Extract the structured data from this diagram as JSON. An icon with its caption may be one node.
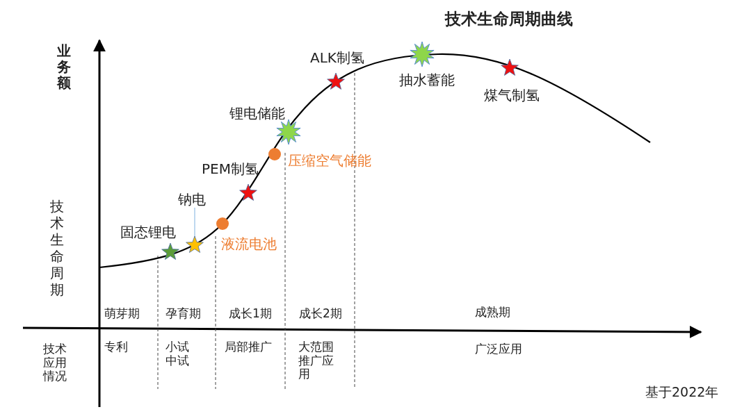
{
  "diagram": {
    "title": "技术生命周期曲线",
    "nodes": [
      {
        "text": [
          "钠电"
        ]
      },
      {
        "text": [],
        "shape": "star"
      }
    ],
    "edges": [
      {
        "from": 0,
        "to": 1,
        "arrow": "none"
      }
    ],
    "labels": [
      "业务额",
      "ALK制氢",
      "抽水蓄能",
      "煤气制氢",
      "锂电储能",
      "压缩空气储能",
      "PEM制氢",
      "固态锂电",
      "液流电池",
      "技术生命周期",
      "萌芽期",
      "孕育期",
      "成长1期",
      "成长2期",
      "成熟期",
      "技术应用情况",
      "专利",
      "小试中试",
      "局部推广",
      "大范围推广应用",
      "广泛应用",
      "基于2022年"
    ]
  }
}
